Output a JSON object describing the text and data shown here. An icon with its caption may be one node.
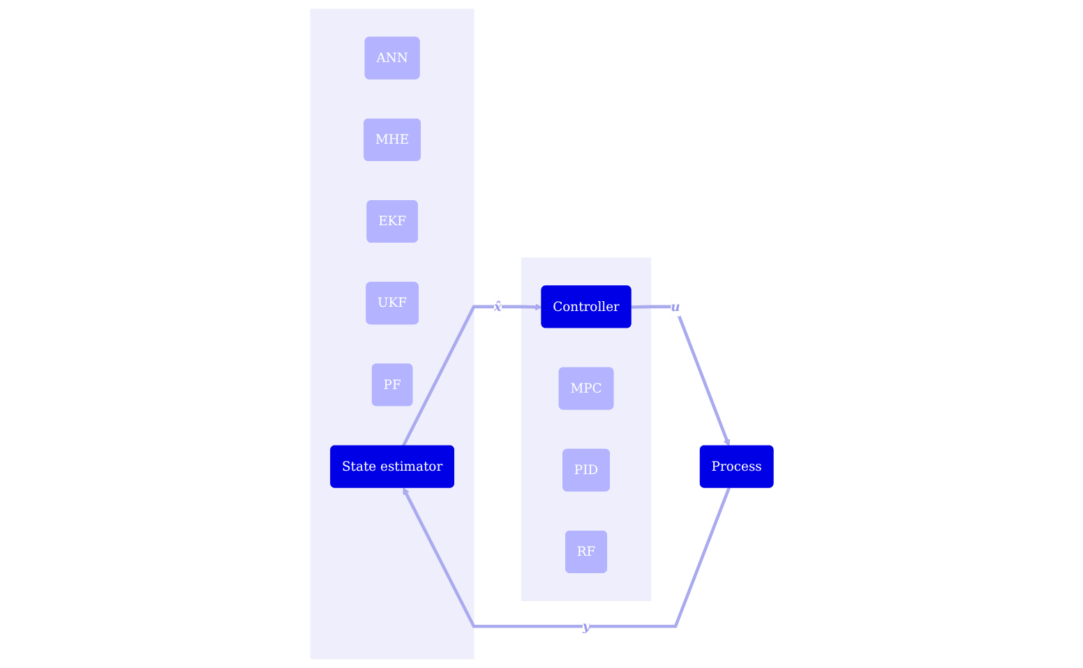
{
  "diagram": {
    "nodes": [
      {
        "text": [],
        "shape": "box"
      },
      {
        "text": [
          "ANN"
        ],
        "in": 0
      },
      {
        "text": [
          "MHE"
        ],
        "in": 0
      },
      {
        "text": [
          "EKF"
        ],
        "in": 0
      },
      {
        "text": [
          "UKF"
        ],
        "in": 0
      },
      {
        "text": [
          "PF"
        ],
        "in": 0
      },
      {
        "text": [
          "State estimator"
        ],
        "in": 0
      },
      {
        "text": [],
        "shape": "box"
      },
      {
        "text": [
          "Controller"
        ],
        "in": 7
      },
      {
        "text": [
          "MPC"
        ],
        "in": 7
      },
      {
        "text": [
          "PID"
        ],
        "in": 7
      },
      {
        "text": [
          "RF"
        ],
        "in": 7
      },
      {
        "text": [
          "Process"
        ]
      }
    ],
    "edges": [
      {
        "from": 6,
        "to": 8,
        "arrow": "to",
        "label": "x̂"
      },
      {
        "from": 8,
        "to": 12,
        "arrow": "to",
        "label": "u"
      },
      {
        "from": 12,
        "to": 6,
        "arrow": "to",
        "label": "y"
      }
    ]
  }
}
